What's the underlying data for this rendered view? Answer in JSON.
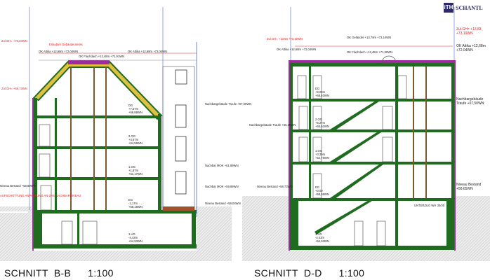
{
  "logo": {
    "mark": "iTH",
    "name": "SCHANTL"
  },
  "colors": {
    "wall": "#1f6b1f",
    "roof_insulation": "#e0c040",
    "facade": "#a02aa0",
    "annotation": "#d22222",
    "ground": "#cfcfcf"
  },
  "sections": [
    {
      "title": "SCHNITT  B-B",
      "scale": "1:100",
      "levels": [
        {
          "name": "DG",
          "rel": "+7,57m",
          "abs": "+66,88WN"
        },
        {
          "name": "2.OG",
          "rel": "+4,67m",
          "abs": "+64,59WN"
        },
        {
          "name": "1.OG",
          "rel": "+1,87m",
          "abs": "+61,17WN"
        },
        {
          "name": "EG",
          "rel": "-1,17m",
          "abs": "+58,18WN"
        },
        {
          "name": "1.UG",
          "rel": "-4,43m",
          "abs": "+54,93WN"
        }
      ],
      "annotations": [
        "OK Attika +12,68m +72,04WN",
        "OK Flachdach +12,48m +71,91WN",
        "OK Attika +12,68m +72,04WN",
        "Zul.GH= +73,23WN",
        "Zul.GH= +68,73WN",
        "Erlaubter Gebäudeumriss",
        "Nachbargebäude Traufe +67,00WN",
        "Nachbar MOK +61,89WN",
        "Nachbar MOK +59,89WN",
        "Niveau Bestand +58,04WN",
        "Niveau Bestand +58,89WN",
        "AUFSCHÜTTUNG ANPASSUNG AN DAS NACHBARNIVEAU"
      ]
    },
    {
      "title": "SCHNITT  D-D",
      "scale": "1:100",
      "levels": [
        {
          "name": "DG",
          "rel": "+9,03m",
          "abs": "+68,40WN"
        },
        {
          "name": "2.OG",
          "rel": "+6,27m",
          "abs": "+65,62WN"
        },
        {
          "name": "1.OG",
          "rel": "+3,39m",
          "abs": "+62,75WN"
        },
        {
          "name": "EG",
          "rel": "+0,00",
          "abs": "+59,36WN"
        },
        {
          "name": "1.UG",
          "rel": "-4,43m",
          "abs": "+54,93WN"
        }
      ],
      "annotations": [
        "OK Geländer +13,79m +73,14WN",
        "OK Flachdach +12,48m +71,90WN",
        "OK Attika +12,68m +72,04WN",
        "OK Attika +12,68m +72,04WN",
        "Zul.GH= +13,83 +73,19WN",
        "Zul.GH= +13,83 +73,19WN",
        "Nachbargebäude Traufe +67,50WN",
        "Nachbargebäude Traufe +65,39WN",
        "Niveau Bestand +58,73WN",
        "Niveau Bestand +58,65WN",
        "UNTERZUG WH 30/30"
      ]
    }
  ]
}
